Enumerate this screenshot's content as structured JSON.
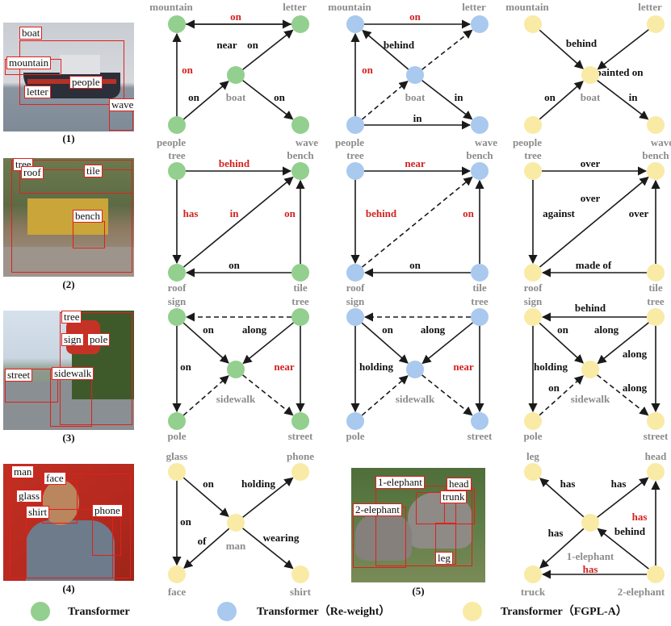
{
  "colors": {
    "transformer": "#93cf8e",
    "reweight": "#a9c9ee",
    "fgpl": "#f9eaa5",
    "black_edge": "#1a1a1a",
    "red_edge": "#d42020",
    "gray_node": "#8c8c8c"
  },
  "photos": [
    {
      "caption": "(1)",
      "labels": [
        "boat",
        "mountain",
        "letter",
        "people",
        "wave"
      ]
    },
    {
      "caption": "(2)",
      "labels": [
        "tree",
        "roof",
        "tile",
        "bench"
      ]
    },
    {
      "caption": "(3)",
      "labels": [
        "tree",
        "sign",
        "pole",
        "street",
        "sidewalk"
      ]
    },
    {
      "caption": "(4)",
      "labels": [
        "man",
        "face",
        "glass",
        "shirt",
        "phone"
      ]
    },
    {
      "caption": "(5)",
      "labels": [
        "1-elephant",
        "head",
        "trunk",
        "2-elephant",
        "leg"
      ]
    }
  ],
  "graphs": [
    {
      "id": "g1a",
      "model": "transformer",
      "nodes": {
        "mountain": "mountain",
        "letter": "letter",
        "boat": "boat",
        "people": "people",
        "wave": "wave"
      },
      "edges": [
        {
          "from": "mountain",
          "to": "letter",
          "label": "on",
          "color": "red",
          "style": "solid"
        },
        {
          "from": "letter",
          "to": "mountain",
          "label": "near",
          "color": "black",
          "style": "solid"
        },
        {
          "from": "boat",
          "to": "letter",
          "label": "on",
          "color": "black",
          "style": "solid"
        },
        {
          "from": "people",
          "to": "mountain",
          "label": "on",
          "color": "red",
          "style": "solid"
        },
        {
          "from": "people",
          "to": "boat",
          "label": "on",
          "color": "black",
          "style": "solid"
        },
        {
          "from": "boat",
          "to": "wave",
          "label": "on",
          "color": "black",
          "style": "solid"
        }
      ]
    },
    {
      "id": "g1b",
      "model": "reweight",
      "nodes": {
        "mountain": "mountain",
        "letter": "letter",
        "boat": "boat",
        "people": "people",
        "wave": "wave"
      },
      "edges": [
        {
          "from": "mountain",
          "to": "letter",
          "label": "on",
          "color": "red",
          "style": "solid"
        },
        {
          "from": "boat",
          "to": "mountain",
          "label": "behind",
          "color": "black",
          "style": "solid"
        },
        {
          "from": "boat",
          "to": "letter",
          "label": "",
          "color": "black",
          "style": "dashed"
        },
        {
          "from": "people",
          "to": "mountain",
          "label": "on",
          "color": "red",
          "style": "solid"
        },
        {
          "from": "people",
          "to": "boat",
          "label": "",
          "color": "black",
          "style": "dashed"
        },
        {
          "from": "boat",
          "to": "wave",
          "label": "in",
          "color": "black",
          "style": "solid"
        },
        {
          "from": "people",
          "to": "wave",
          "label": "in",
          "color": "black",
          "style": "solid"
        }
      ]
    },
    {
      "id": "g1c",
      "model": "fgpl",
      "nodes": {
        "mountain": "mountain",
        "letter": "letter",
        "boat": "boat",
        "people": "people",
        "wave": "wave"
      },
      "edges": [
        {
          "from": "mountain",
          "to": "boat",
          "label": "behind",
          "color": "black",
          "style": "solid"
        },
        {
          "from": "letter",
          "to": "boat",
          "label": "painted on",
          "color": "black",
          "style": "solid"
        },
        {
          "from": "people",
          "to": "boat",
          "label": "on",
          "color": "black",
          "style": "solid"
        },
        {
          "from": "boat",
          "to": "wave",
          "label": "in",
          "color": "black",
          "style": "solid"
        }
      ]
    },
    {
      "id": "g2a",
      "model": "transformer",
      "nodes": {
        "tree": "tree",
        "bench": "bench",
        "roof": "roof",
        "tile": "tile"
      },
      "edges": [
        {
          "from": "tree",
          "to": "bench",
          "label": "behind",
          "color": "red",
          "style": "solid"
        },
        {
          "from": "tree",
          "to": "roof",
          "label": "has",
          "color": "red",
          "style": "solid"
        },
        {
          "from": "roof",
          "to": "bench",
          "label": "in",
          "color": "red",
          "style": "solid"
        },
        {
          "from": "tile",
          "to": "bench",
          "label": "on",
          "color": "red",
          "style": "solid"
        },
        {
          "from": "tile",
          "to": "roof",
          "label": "on",
          "color": "black",
          "style": "solid"
        }
      ]
    },
    {
      "id": "g2b",
      "model": "reweight",
      "nodes": {
        "tree": "tree",
        "bench": "bench",
        "roof": "roof",
        "tile": "tile"
      },
      "edges": [
        {
          "from": "tree",
          "to": "bench",
          "label": "near",
          "color": "red",
          "style": "solid"
        },
        {
          "from": "tree",
          "to": "roof",
          "label": "behind",
          "color": "red",
          "style": "solid"
        },
        {
          "from": "roof",
          "to": "bench",
          "label": "",
          "color": "black",
          "style": "dashed"
        },
        {
          "from": "tile",
          "to": "bench",
          "label": "on",
          "color": "red",
          "style": "solid"
        },
        {
          "from": "tile",
          "to": "roof",
          "label": "on",
          "color": "black",
          "style": "solid"
        }
      ]
    },
    {
      "id": "g2c",
      "model": "fgpl",
      "nodes": {
        "tree": "tree",
        "bench": "bench",
        "roof": "roof",
        "tile": "tile"
      },
      "edges": [
        {
          "from": "tree",
          "to": "bench",
          "label": "over",
          "color": "black",
          "style": "solid"
        },
        {
          "from": "tree",
          "to": "roof",
          "label": "against",
          "color": "black",
          "style": "solid"
        },
        {
          "from": "roof",
          "to": "bench",
          "label": "over",
          "color": "black",
          "style": "solid"
        },
        {
          "from": "tile",
          "to": "bench",
          "label": "over",
          "color": "black",
          "style": "solid"
        },
        {
          "from": "tile",
          "to": "roof",
          "label": "made of",
          "color": "black",
          "style": "solid"
        }
      ]
    },
    {
      "id": "g3a",
      "model": "transformer",
      "nodes": {
        "sign": "sign",
        "tree": "tree",
        "sidewalk": "sidewalk",
        "pole": "pole",
        "street": "street"
      },
      "edges": [
        {
          "from": "tree",
          "to": "sign",
          "label": "",
          "color": "black",
          "style": "dashed"
        },
        {
          "from": "sign",
          "to": "sidewalk",
          "label": "on",
          "color": "black",
          "style": "solid"
        },
        {
          "from": "tree",
          "to": "sidewalk",
          "label": "along",
          "color": "black",
          "style": "solid"
        },
        {
          "from": "sign",
          "to": "pole",
          "label": "on",
          "color": "black",
          "style": "solid"
        },
        {
          "from": "tree",
          "to": "street",
          "label": "near",
          "color": "red",
          "style": "solid"
        },
        {
          "from": "pole",
          "to": "sidewalk",
          "label": "",
          "color": "black",
          "style": "dashed"
        },
        {
          "from": "sidewalk",
          "to": "street",
          "label": "",
          "color": "black",
          "style": "dashed"
        }
      ]
    },
    {
      "id": "g3b",
      "model": "reweight",
      "nodes": {
        "sign": "sign",
        "tree": "tree",
        "sidewalk": "sidewalk",
        "pole": "pole",
        "street": "street"
      },
      "edges": [
        {
          "from": "tree",
          "to": "sign",
          "label": "",
          "color": "black",
          "style": "dashed"
        },
        {
          "from": "sign",
          "to": "sidewalk",
          "label": "on",
          "color": "black",
          "style": "solid"
        },
        {
          "from": "tree",
          "to": "sidewalk",
          "label": "along",
          "color": "black",
          "style": "solid"
        },
        {
          "from": "sign",
          "to": "pole",
          "label": "holding",
          "color": "black",
          "style": "solid"
        },
        {
          "from": "tree",
          "to": "street",
          "label": "near",
          "color": "red",
          "style": "solid"
        },
        {
          "from": "pole",
          "to": "sidewalk",
          "label": "",
          "color": "black",
          "style": "dashed"
        },
        {
          "from": "sidewalk",
          "to": "street",
          "label": "",
          "color": "black",
          "style": "dashed"
        }
      ]
    },
    {
      "id": "g3c",
      "model": "fgpl",
      "nodes": {
        "sign": "sign",
        "tree": "tree",
        "sidewalk": "sidewalk",
        "pole": "pole",
        "street": "street"
      },
      "edges": [
        {
          "from": "tree",
          "to": "sign",
          "label": "behind",
          "color": "black",
          "style": "solid"
        },
        {
          "from": "sign",
          "to": "sidewalk",
          "label": "on",
          "color": "black",
          "style": "solid"
        },
        {
          "from": "tree",
          "to": "sidewalk",
          "label": "along",
          "color": "black",
          "style": "solid"
        },
        {
          "from": "sign",
          "to": "pole",
          "label": "holding",
          "color": "black",
          "style": "solid"
        },
        {
          "from": "tree",
          "to": "street",
          "label": "along",
          "color": "black",
          "style": "solid"
        },
        {
          "from": "pole",
          "to": "sidewalk",
          "label": "on",
          "color": "black",
          "style": "dashed"
        },
        {
          "from": "sidewalk",
          "to": "street",
          "label": "along",
          "color": "black",
          "style": "dashed"
        }
      ]
    },
    {
      "id": "g4",
      "model": "fgpl",
      "nodes": {
        "glass": "glass",
        "phone": "phone",
        "man": "man",
        "face": "face",
        "shirt": "shirt"
      },
      "edges": [
        {
          "from": "glass",
          "to": "man",
          "label": "on",
          "color": "black",
          "style": "solid"
        },
        {
          "from": "man",
          "to": "phone",
          "label": "holding",
          "color": "black",
          "style": "solid"
        },
        {
          "from": "glass",
          "to": "face",
          "label": "on",
          "color": "black",
          "style": "solid"
        },
        {
          "from": "man",
          "to": "face",
          "label": "of",
          "color": "black",
          "style": "solid"
        },
        {
          "from": "man",
          "to": "shirt",
          "label": "wearing",
          "color": "black",
          "style": "solid"
        }
      ]
    },
    {
      "id": "g5",
      "model": "fgpl",
      "nodes": {
        "leg": "leg",
        "head": "head",
        "e1": "1-elephant",
        "truck": "truck",
        "e2": "2-elephant"
      },
      "edges": [
        {
          "from": "e1",
          "to": "leg",
          "label": "has",
          "color": "black",
          "style": "solid"
        },
        {
          "from": "e1",
          "to": "head",
          "label": "has",
          "color": "black",
          "style": "solid"
        },
        {
          "from": "e2",
          "to": "head",
          "label": "has",
          "color": "red",
          "style": "solid"
        },
        {
          "from": "e1",
          "to": "truck",
          "label": "has",
          "color": "black",
          "style": "solid"
        },
        {
          "from": "e2",
          "to": "e1",
          "label": "behind",
          "color": "black",
          "style": "solid"
        },
        {
          "from": "e2",
          "to": "truck",
          "label": "has",
          "color": "red",
          "style": "solid"
        }
      ]
    }
  ],
  "legend": [
    {
      "model": "transformer",
      "label": "Transformer"
    },
    {
      "model": "reweight",
      "label": "Transformer（Re-weight）"
    },
    {
      "model": "fgpl",
      "label": "Transformer（FGPL-A）"
    }
  ]
}
